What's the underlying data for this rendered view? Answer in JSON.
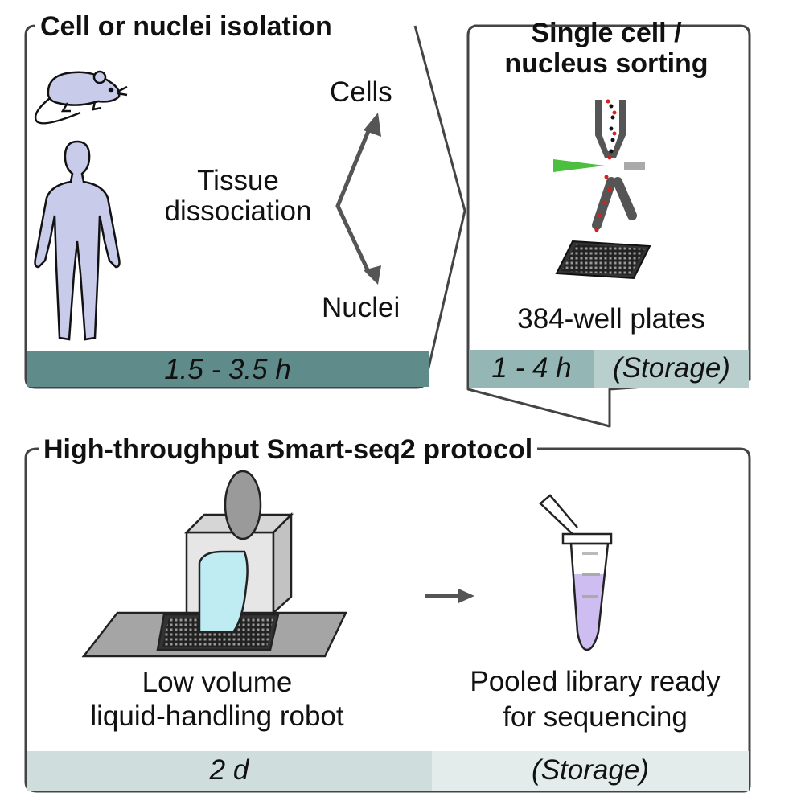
{
  "panel_isolation": {
    "title": "Cell or nuclei isolation",
    "process_label": "Tissue\ndissociation",
    "output_top": "Cells",
    "output_bottom": "Nuclei",
    "duration": "1.5 - 3.5 h",
    "colors": {
      "bar": "#5f8c8b",
      "figure": "#c8cbe9"
    }
  },
  "panel_sorting": {
    "title": "Single cell /\nnucleus sorting",
    "plate_label": "384-well plates",
    "duration": "1 - 4 h",
    "storage": "(Storage)",
    "colors": {
      "bar_dark": "#94b6b5",
      "bar_light": "#b9cfce",
      "laser": "#4cbf3f",
      "droplet": "#d32020"
    }
  },
  "panel_protocol": {
    "title": "High-throughput Smart-seq2 protocol",
    "robot_label": "Low volume\nliquid-handling robot",
    "tube_label": "Pooled library ready\nfor sequencing",
    "duration": "2 d",
    "storage": "(Storage)",
    "colors": {
      "bar_dark": "#cfdddd",
      "bar_light": "#e3ebeb",
      "liquid": "#cdbdf0",
      "robot_window": "#bfecf3"
    }
  }
}
